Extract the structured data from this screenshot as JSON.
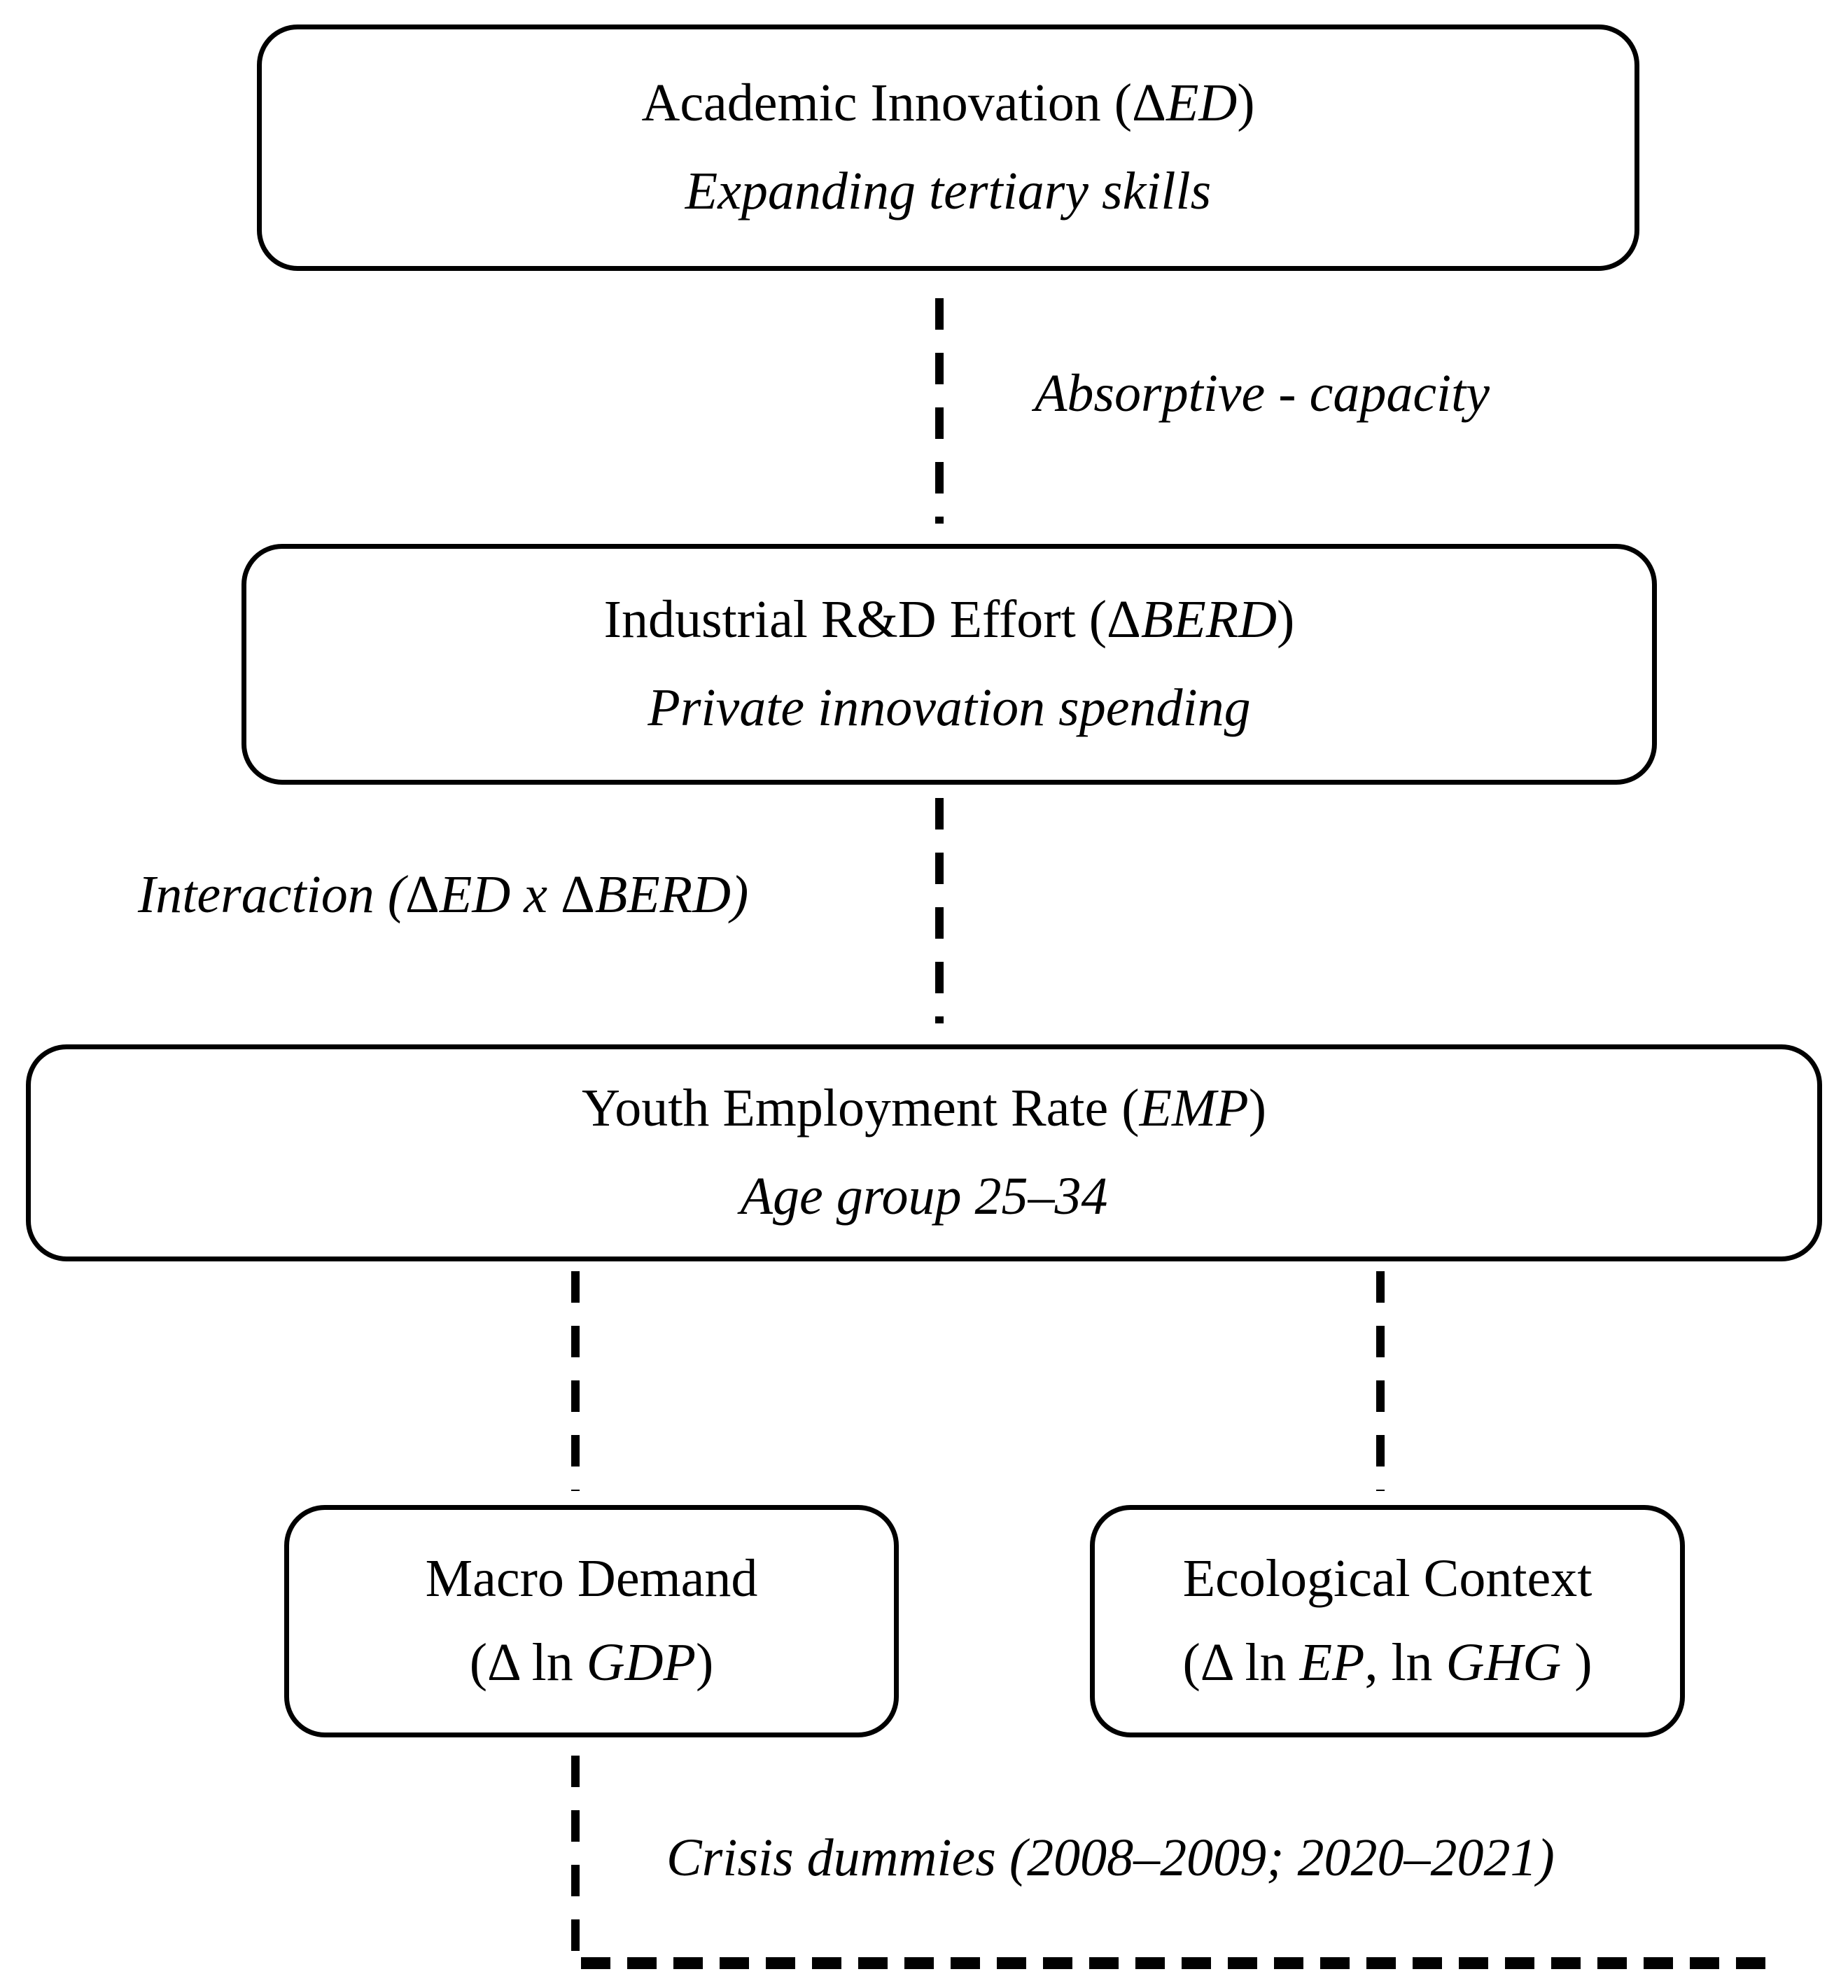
{
  "colors": {
    "ink": "#000000",
    "background": "#ffffff"
  },
  "boxes": {
    "academic": {
      "title": {
        "pre": "Academic Innovation (",
        "delta": "Δ",
        "var": "ED",
        "post": ")"
      },
      "subtitle": "Expanding tertiary skills"
    },
    "industrial": {
      "title": {
        "pre": "Industrial R&D Effort (",
        "delta": "Δ",
        "var": "BERD",
        "post": ")"
      },
      "subtitle": "Private innovation spending"
    },
    "youth": {
      "title": {
        "pre": "Youth Employment Rate (",
        "var": "EMP",
        "post": ")"
      },
      "subtitle": "Age group 25–34"
    },
    "macro": {
      "title": "Macro Demand",
      "formula": {
        "pre": "(Δ ln ",
        "var": "GDP",
        "post": ")"
      }
    },
    "ecological": {
      "title": "Ecological Context",
      "formula": {
        "pre": "(Δ ln ",
        "var": "EP",
        "mid": ", ln ",
        "var2": "GHG",
        "post": " )"
      }
    }
  },
  "edge_labels": {
    "absorptive": "Absorptive - capacity",
    "interaction": {
      "pre": "Interaction (",
      "delta1": "Δ",
      "var1": "ED",
      "times": " x ",
      "delta2": "Δ",
      "var2": "BERD",
      "post": ")"
    },
    "crisis": "Crisis dummies (2008–2009; 2020–2021)"
  }
}
